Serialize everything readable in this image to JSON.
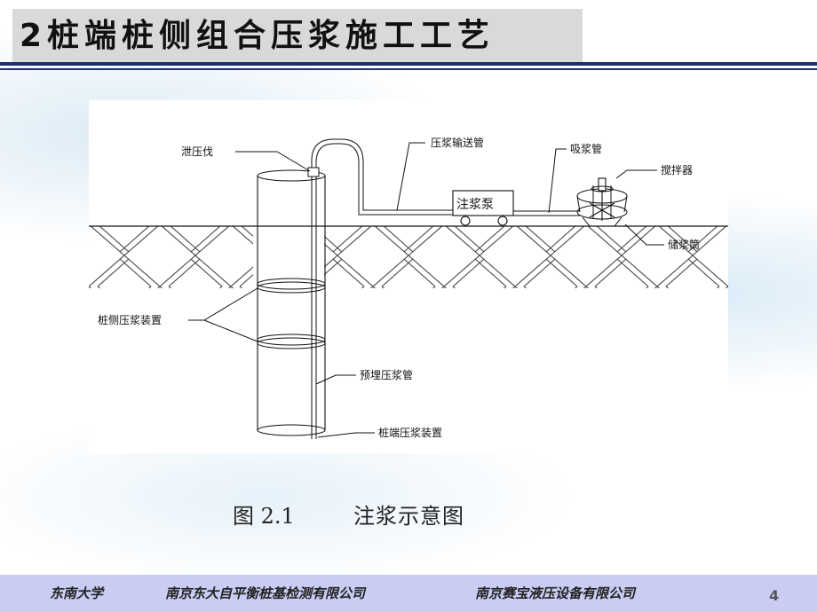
{
  "slide": {
    "title": "2桩端桩侧组合压浆施工工艺",
    "page_number": "4"
  },
  "diagram": {
    "labels": {
      "relief_valve": "泄压伐",
      "grout_delivery_pipe": "压浆输送管",
      "suction_pipe": "吸浆管",
      "mixer": "搅拌器",
      "pump": "注浆泵",
      "storage_tank": "储浆筒",
      "pile_side_device": "桩侧压浆装置",
      "embedded_pipe": "预埋压浆管",
      "pile_tip_device": "桩端压浆装置"
    }
  },
  "caption": {
    "number": "图 2.1",
    "text": "注浆示意图"
  },
  "footer": {
    "university": "东南大学",
    "company1": "南京东大自平衡桩基检测有限公司",
    "company2": "南京赛宝液压设备有限公司"
  },
  "colors": {
    "title_band": "#d9d9d9",
    "header_rule": "#1f2f6e",
    "footer_band": "#c9cdf3"
  }
}
